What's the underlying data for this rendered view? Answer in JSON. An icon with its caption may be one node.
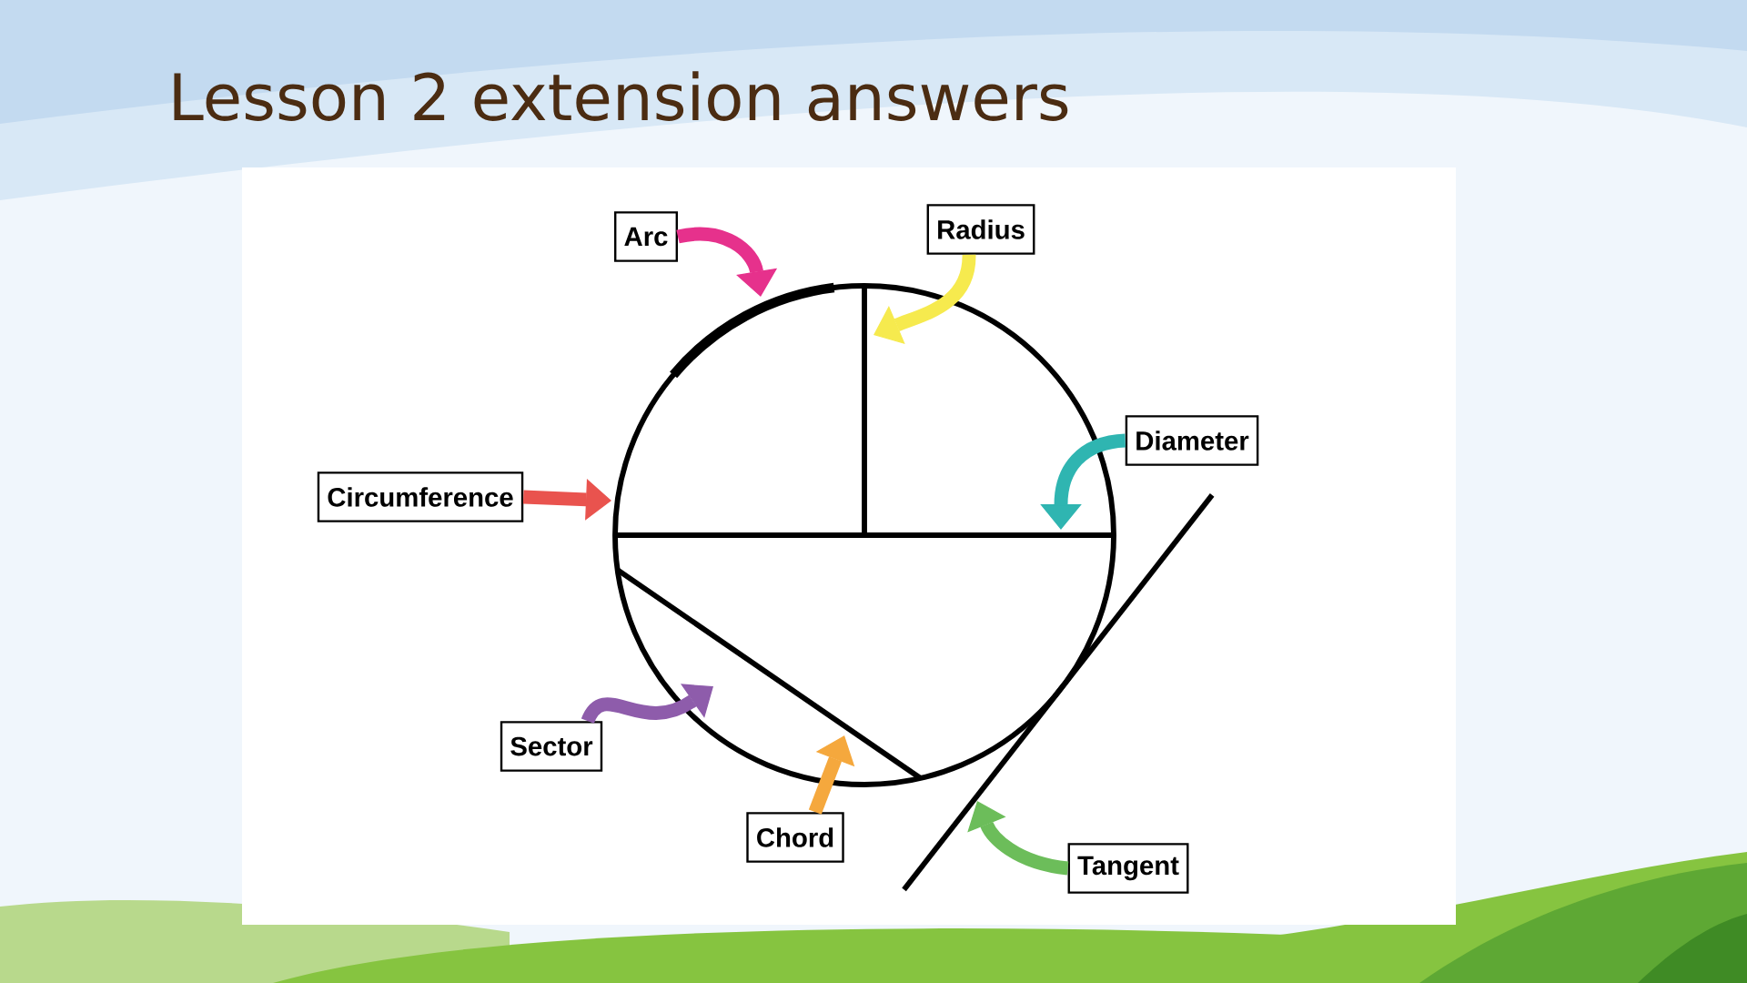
{
  "diagram": {
    "title": "Lesson 2 extension answers",
    "nodes": [
      {
        "text": [
          "Arc"
        ]
      },
      {
        "text": [
          "Radius"
        ]
      },
      {
        "text": [
          "Diameter"
        ]
      },
      {
        "text": [
          "Circumference"
        ]
      },
      {
        "text": [
          "Sector"
        ]
      },
      {
        "text": [
          "Chord"
        ]
      },
      {
        "text": [
          "Tangent"
        ]
      }
    ],
    "edges": [
      {
        "from": 0,
        "to": null,
        "arrow": "to",
        "color": "#e6318c"
      },
      {
        "from": 1,
        "to": null,
        "arrow": "to",
        "color": "#f6ea4e"
      },
      {
        "from": 2,
        "to": null,
        "arrow": "to",
        "color": "#2fb5b1"
      },
      {
        "from": 3,
        "to": null,
        "arrow": "to",
        "color": "#e9534e"
      },
      {
        "from": 4,
        "to": null,
        "arrow": "to",
        "color": "#8e5cab"
      },
      {
        "from": 5,
        "to": null,
        "arrow": "to",
        "color": "#f5a83d"
      },
      {
        "from": 6,
        "to": null,
        "arrow": "to",
        "color": "#6cbd5a"
      }
    ]
  }
}
